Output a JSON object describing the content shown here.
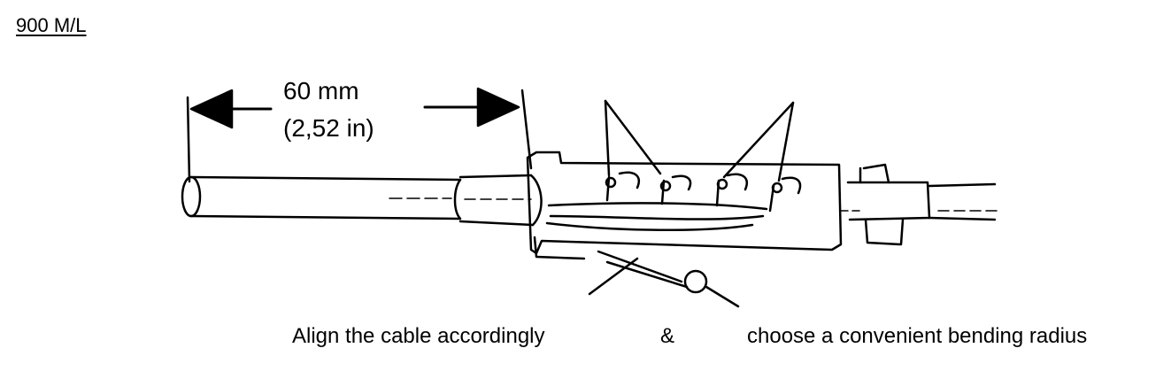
{
  "heading": "900 M/L",
  "dimension": {
    "mm": "60 mm",
    "inch": "(2,52 in)"
  },
  "captions": {
    "left": "Align the cable accordingly",
    "ampersand": "&",
    "right": "choose a convenient bending radius"
  }
}
